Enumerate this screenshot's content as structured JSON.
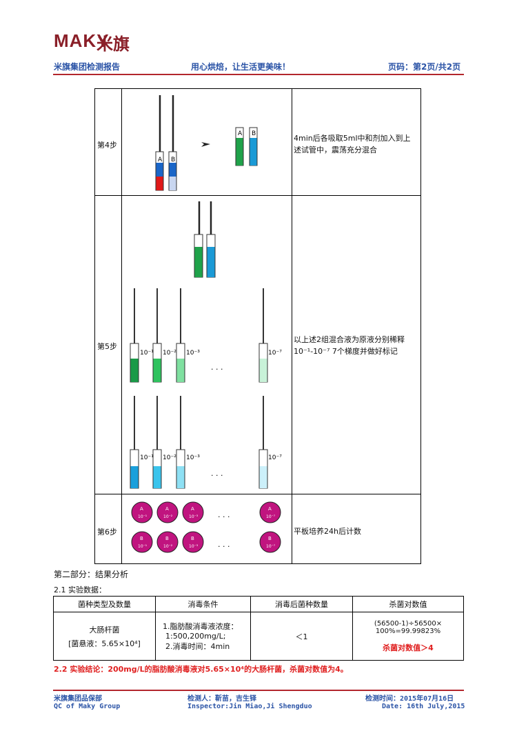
{
  "logo": {
    "latin": "MAKY",
    "chinese": "米旗"
  },
  "header": {
    "left": "米旗集团检测报告",
    "center": "用心烘焙，让生活更美味！",
    "right": "页码：第2页/共2页"
  },
  "steps": [
    {
      "label": "第4步",
      "desc": "4min后各吸取5ml中和剂加入到上述试管中，震荡充分混合",
      "tube_labels": [
        "A",
        "B",
        "A",
        "B"
      ]
    },
    {
      "label": "第5步",
      "desc_pre": "以上述2组混合液为原液分别稀释",
      "desc_range": "10⁻¹-10⁻⁷",
      "desc_post": "7个梯度并做好标记",
      "dilutions": [
        "10⁻¹",
        "10⁻²",
        "10⁻³",
        "10⁻⁷"
      ],
      "ellipsis": ". . ."
    },
    {
      "label": "第6步",
      "desc": "平板培养24h后计数",
      "plates_a": [
        "A",
        "10⁻¹",
        "A",
        "10⁻²",
        "A",
        "10⁻³",
        "A",
        "10⁻⁷"
      ],
      "plates_b": [
        "B",
        "10⁻¹",
        "B",
        "10⁻²",
        "B",
        "10⁻³",
        "B",
        "10⁻⁷"
      ],
      "ellipsis": ". . ."
    }
  ],
  "colors": {
    "brand": "#8a1f28",
    "header_blue": "#2a53a6",
    "green": "#1fa24a",
    "blue": "#1a9ad6",
    "red": "#e02020",
    "plate": "#c0147f"
  },
  "section2": {
    "title": "第二部分：结果分析",
    "sub": "2.1 实验数据：",
    "table": {
      "headers": [
        "菌种类型及数量",
        "消毒条件",
        "消毒后菌种数量",
        "杀菌对数值"
      ],
      "row": {
        "species": "大肠杆菌",
        "suspension": "[菌悬液：5.65×10⁴]",
        "cond1": "1.脂肪酸消毒液浓度：",
        "cond2": "1:500,200mg/L;",
        "cond3": "2.消毒时间：4min",
        "after": "＜1",
        "calc1": "(56500-1)÷56500×",
        "calc2": "100%=99.99823%",
        "result": "杀菌对数值＞4"
      }
    },
    "conclusion": "2.2 实验结论：200mg/L的脂肪酸消毒液对5.65×10⁴的大肠杆菌，杀菌对数值为4。"
  },
  "footer": {
    "dept_cn": "米旗集团品保部",
    "dept_en": "QC of Maky Group",
    "inspector_cn": "检测人：靳苗，吉生铎",
    "inspector_en": "Inspector:Jin Miao,Ji Shengduo",
    "date_cn": "检测时间：2015年07月16日",
    "date_en": "Date: 16th July,2015"
  }
}
